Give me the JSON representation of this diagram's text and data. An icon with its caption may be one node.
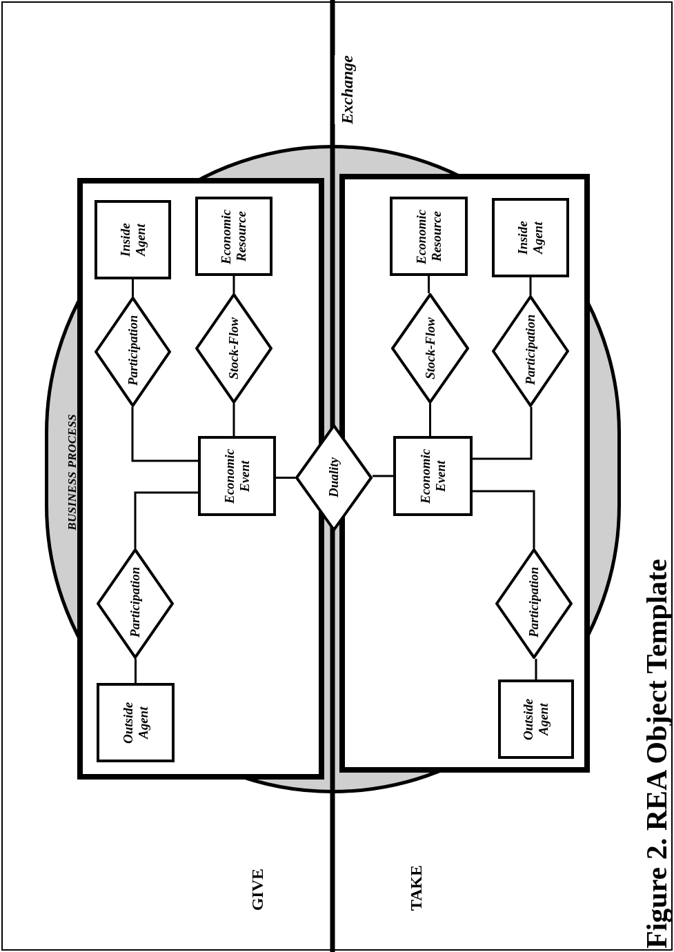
{
  "diagram": {
    "title": "Figure 2. REA Object Template",
    "nodes": [
      {
        "text": [
          "BUSINESS PROCESS"
        ]
      },
      {
        "text": [],
        "shape": "box",
        "in": 0
      },
      {
        "text": [
          "Inside Agent"
        ],
        "in": 1
      },
      {
        "text": [
          "Participation"
        ],
        "in": 1
      },
      {
        "text": [
          "Economic Resource"
        ],
        "in": 1
      },
      {
        "text": [
          "Stock-Flow"
        ],
        "in": 1
      },
      {
        "text": [
          "Economic Event"
        ],
        "in": 1
      },
      {
        "text": [
          "Participation"
        ],
        "in": 1
      },
      {
        "text": [
          "Outside Agent"
        ],
        "in": 1
      },
      {
        "text": [
          "Duality"
        ],
        "in": 0
      },
      {
        "text": [],
        "shape": "box",
        "in": 0
      },
      {
        "text": [
          "Economic Resource"
        ],
        "in": 10
      },
      {
        "text": [
          "Inside Agent"
        ],
        "in": 10
      },
      {
        "text": [
          "Stock-Flow"
        ],
        "in": 10
      },
      {
        "text": [
          "Participation"
        ],
        "in": 10
      },
      {
        "text": [
          "Economic Event"
        ],
        "in": 10
      },
      {
        "text": [
          "Participation"
        ],
        "in": 10
      },
      {
        "text": [
          "Outside Agent"
        ],
        "in": 10
      }
    ],
    "edges": [
      {
        "from": 3,
        "to": 2,
        "arrow": "none"
      },
      {
        "from": 5,
        "to": 4,
        "arrow": "none"
      },
      {
        "from": 6,
        "to": 3,
        "arrow": "none"
      },
      {
        "from": 6,
        "to": 5,
        "arrow": "none"
      },
      {
        "from": 6,
        "to": 7,
        "arrow": "none"
      },
      {
        "from": 7,
        "to": 8,
        "arrow": "none"
      },
      {
        "from": 6,
        "to": 9,
        "arrow": "none"
      },
      {
        "from": 9,
        "to": 15,
        "arrow": "none"
      },
      {
        "from": 13,
        "to": 11,
        "arrow": "none"
      },
      {
        "from": 15,
        "to": 13,
        "arrow": "none"
      },
      {
        "from": 14,
        "to": 12,
        "arrow": "none"
      },
      {
        "from": 15,
        "to": 14,
        "arrow": "none"
      },
      {
        "from": 15,
        "to": 16,
        "arrow": "none"
      },
      {
        "from": 16,
        "to": 17,
        "arrow": "none"
      }
    ],
    "labels": [
      "Exchange",
      "GIVE",
      "TAKE"
    ]
  }
}
